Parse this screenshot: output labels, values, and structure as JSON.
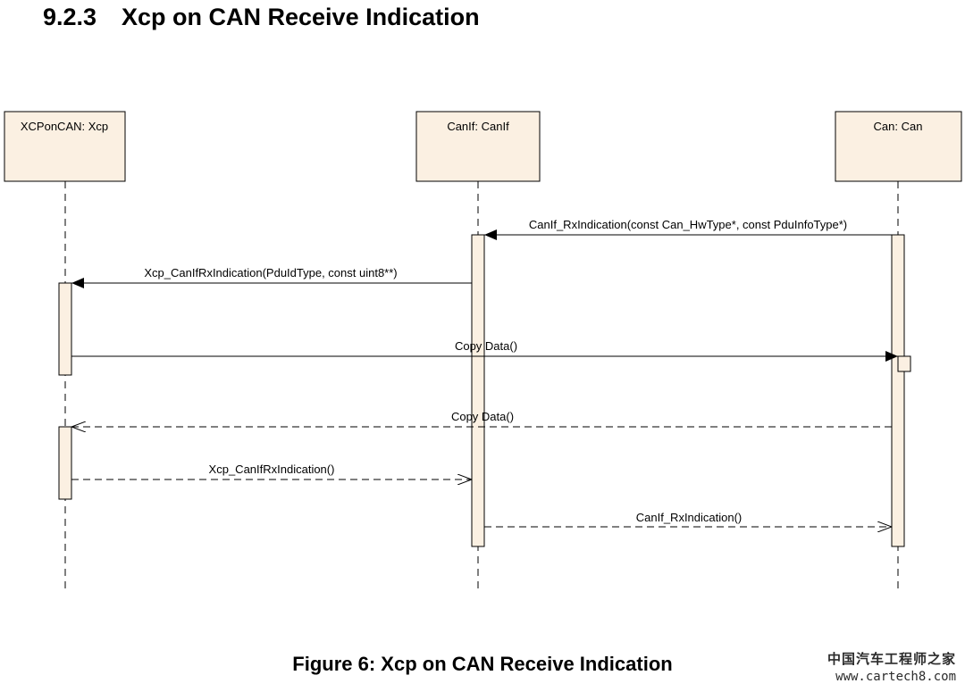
{
  "heading": {
    "number": "9.2.3",
    "title": "Xcp on CAN Receive Indication"
  },
  "lifelines": [
    {
      "id": "xcp",
      "label": "XCPonCAN: Xcp"
    },
    {
      "id": "canif",
      "label": "CanIf: CanIf"
    },
    {
      "id": "can",
      "label": "Can: Can"
    }
  ],
  "messages": [
    {
      "label": "CanIf_RxIndication(const Can_HwType*, const PduInfoType*)",
      "from": "can",
      "to": "canif",
      "kind": "sync"
    },
    {
      "label": "Xcp_CanIfRxIndication(PduIdType, const uint8**)",
      "from": "canif",
      "to": "xcp",
      "kind": "sync"
    },
    {
      "label": "Copy Data()",
      "from": "xcp",
      "to": "can",
      "kind": "sync"
    },
    {
      "label": "Copy Data()",
      "from": "can",
      "to": "xcp",
      "kind": "return"
    },
    {
      "label": "Xcp_CanIfRxIndication()",
      "from": "xcp",
      "to": "canif",
      "kind": "return"
    },
    {
      "label": "CanIf_RxIndication()",
      "from": "canif",
      "to": "can",
      "kind": "return"
    }
  ],
  "caption": "Figure 6: Xcp on CAN Receive Indication",
  "watermark": {
    "text": "中国汽车工程师之家",
    "url": "www.cartech8.com"
  },
  "colors": {
    "box_fill": "#fbf0e2",
    "stroke": "#000000"
  }
}
